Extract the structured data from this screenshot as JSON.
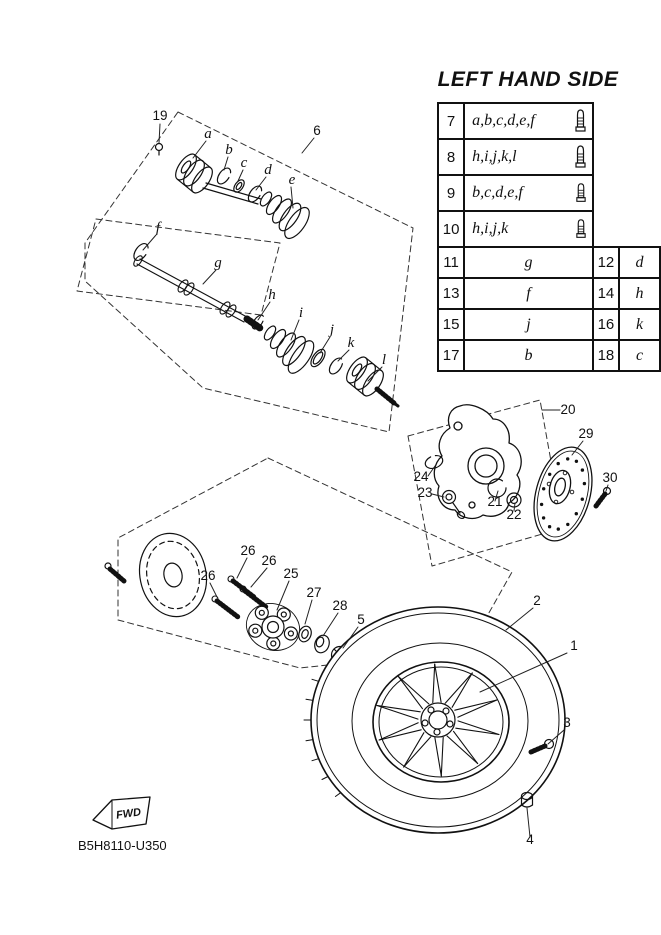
{
  "title": "LEFT HAND SIDE",
  "footer": {
    "part_code": "B5H8110-U350"
  },
  "fwd": {
    "label": "FWD"
  },
  "icons": {
    "row_fastener": "bolt-icon",
    "direction_flag": "fwd-arrow-icon"
  },
  "table": {
    "wide_rows": [
      {
        "num": "7",
        "letters": "a,b,c,d,e,f"
      },
      {
        "num": "8",
        "letters": "h,i,j,k,l"
      },
      {
        "num": "9",
        "letters": "b,c,d,e,f"
      },
      {
        "num": "10",
        "letters": "h,i,j,k"
      }
    ],
    "pair_rows": [
      {
        "num1": "11",
        "letter1": "g",
        "num2": "12",
        "letter2": "d"
      },
      {
        "num1": "13",
        "letter1": "f",
        "num2": "14",
        "letter2": "h"
      },
      {
        "num1": "15",
        "letter1": "j",
        "num2": "16",
        "letter2": "k"
      },
      {
        "num1": "17",
        "letter1": "b",
        "num2": "18",
        "letter2": "c"
      }
    ]
  },
  "labels": {
    "n19": "19",
    "a": "a",
    "b": "b",
    "c": "c",
    "d": "d",
    "e": "e",
    "n6": "6",
    "f": "f",
    "g": "g",
    "h": "h",
    "i": "i",
    "j": "j",
    "k": "k",
    "l": "l",
    "n20": "20",
    "n29": "29",
    "n24": "24",
    "n23": "23",
    "n21": "21",
    "n22": "22",
    "n30": "30",
    "n26": "26",
    "n25": "25",
    "n27": "27",
    "n28": "28",
    "n5": "5",
    "n2": "2",
    "n1": "1",
    "n3": "3",
    "n4": "4"
  }
}
